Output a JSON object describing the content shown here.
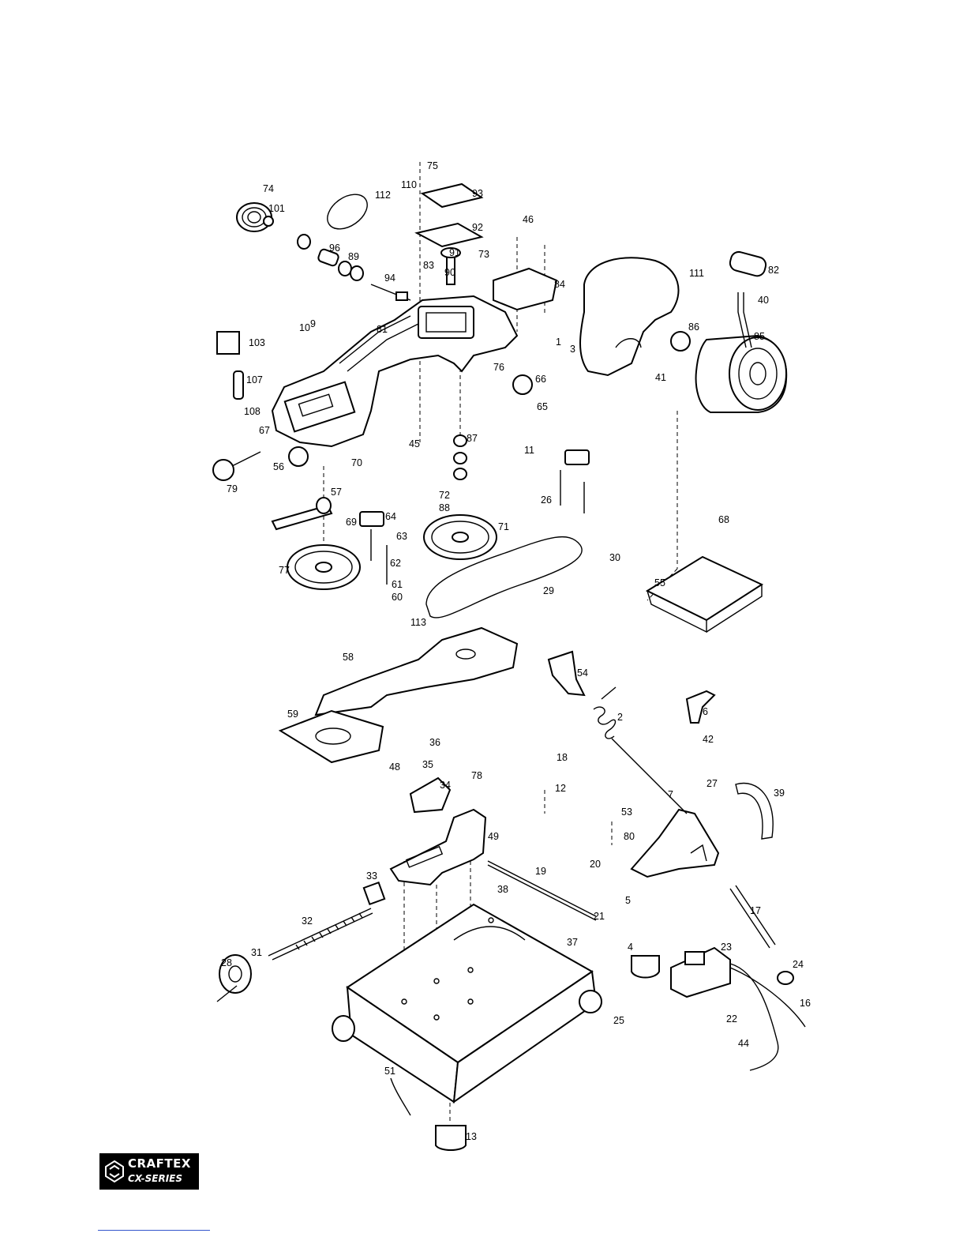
{
  "logo": {
    "brand_line1": "CRAFTEX",
    "brand_line2": "CX-SERIES"
  },
  "labels": [
    "1",
    "2",
    "3",
    "4",
    "5",
    "6",
    "7",
    "9",
    "10",
    "11",
    "12",
    "13",
    "16",
    "17",
    "18",
    "19",
    "20",
    "21",
    "22",
    "23",
    "24",
    "25",
    "26",
    "27",
    "28",
    "29",
    "30",
    "31",
    "32",
    "33",
    "34",
    "35",
    "36",
    "37",
    "38",
    "39",
    "40",
    "41",
    "42",
    "44",
    "45",
    "46",
    "48",
    "49",
    "51",
    "53",
    "54",
    "55",
    "56",
    "57",
    "58",
    "59",
    "60",
    "61",
    "62",
    "63",
    "64",
    "65",
    "66",
    "67",
    "68",
    "69",
    "70",
    "71",
    "72",
    "73",
    "74",
    "75",
    "76",
    "77",
    "78",
    "79",
    "80",
    "81",
    "82",
    "83",
    "84",
    "85",
    "86",
    "87",
    "88",
    "89",
    "90",
    "91",
    "92",
    "93",
    "94",
    "96",
    "101",
    "103",
    "107",
    "108",
    "110",
    "111",
    "112",
    "113"
  ]
}
